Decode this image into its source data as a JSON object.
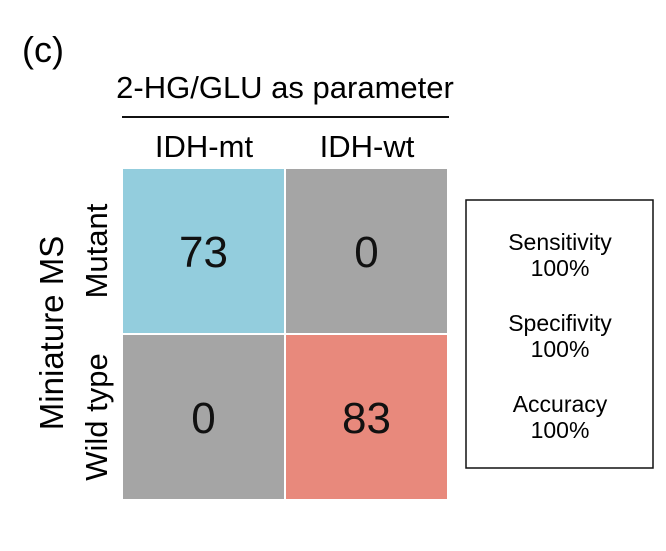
{
  "chart_data": {
    "type": "heatmap",
    "panel_label": "(c)",
    "title": "2-HG/GLU as parameter",
    "column_labels": [
      "IDH-mt",
      "IDH-wt"
    ],
    "group_label": "Miniature MS",
    "row_labels": [
      "Mutant",
      "Wild type"
    ],
    "matrix": [
      [
        73,
        0
      ],
      [
        0,
        83
      ]
    ],
    "cell_colors": [
      [
        "#93cddd",
        "#a5a5a5"
      ],
      [
        "#a5a5a5",
        "#e8897c"
      ]
    ],
    "metrics": [
      {
        "name": "Sensitivity",
        "value": "100%"
      },
      {
        "name": "Specifivity",
        "value": "100%"
      },
      {
        "name": "Accuracy",
        "value": "100%"
      }
    ]
  }
}
